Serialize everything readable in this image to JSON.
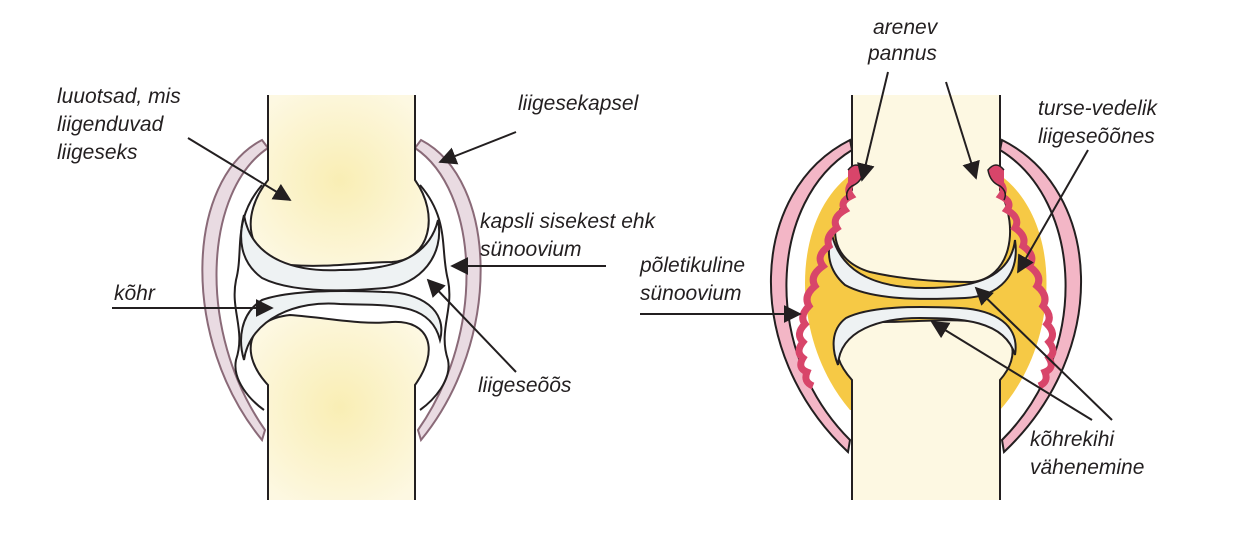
{
  "normal_joint": {
    "labels": {
      "bone_ends": [
        "luuotsad, mis",
        "liigenduvad",
        "liigeseks"
      ],
      "capsule": "liigesekapsel",
      "synovium": [
        "kapsli sisekest ehk",
        "sünoovium"
      ],
      "cartilage": "kõhr",
      "joint_space": "liigeseõõs"
    }
  },
  "arthritic_joint": {
    "labels": {
      "pannus": [
        "arenev",
        "pannus"
      ],
      "effusion": [
        "turse-vedelik",
        "liigeseõõnes"
      ],
      "inflamed_synovium": [
        "põletikuline",
        "sünoovium"
      ],
      "cartilage_loss": [
        "kõhrekihi",
        "vähenemine"
      ]
    }
  },
  "colors": {
    "ink": "#231f20",
    "bone": "#fbf3c8",
    "bone_glow": "#f7e9a6",
    "cartilage": "#eef2f3",
    "fluid": "#f6c945",
    "inflamed": "#d8456a",
    "inflamed_light": "#f3b6c6",
    "capsule": "#a87a8c"
  }
}
